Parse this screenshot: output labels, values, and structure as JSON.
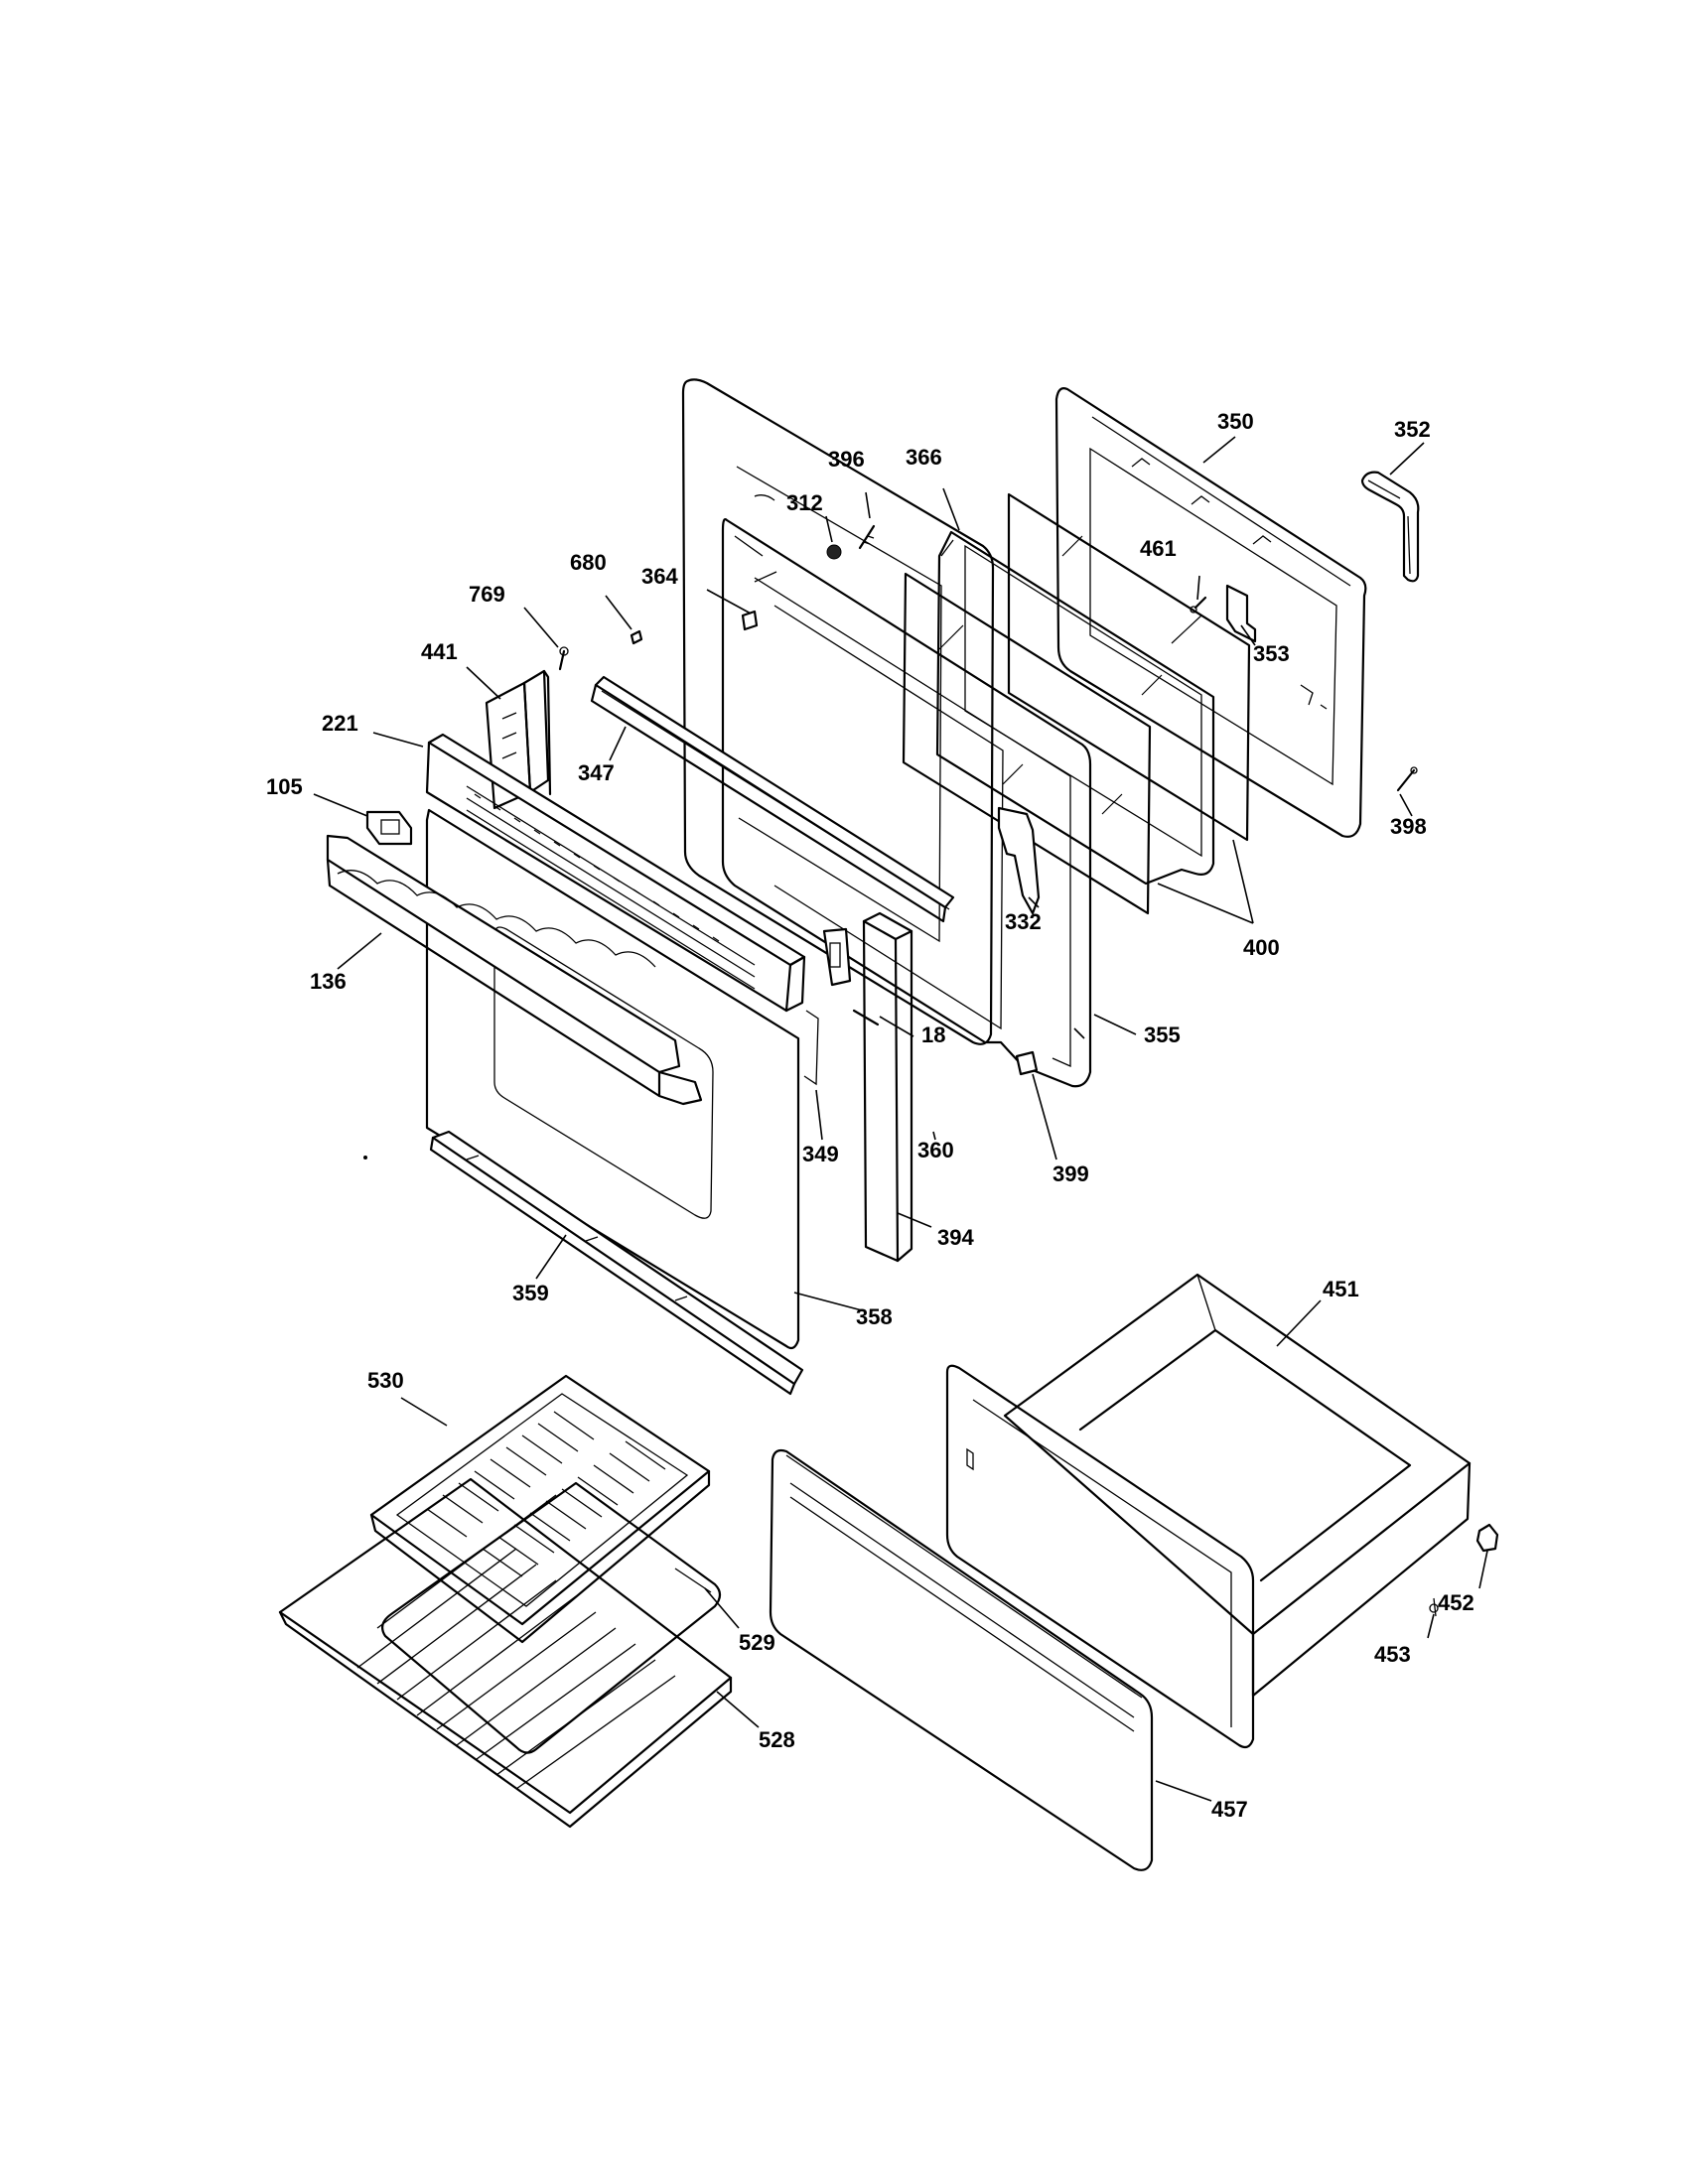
{
  "labels": {
    "p350": "350",
    "p352": "352",
    "p396": "396",
    "p312": "312",
    "p366": "366",
    "p364": "364",
    "p680": "680",
    "p461": "461",
    "p353": "353",
    "p769": "769",
    "p441": "441",
    "p221": "221",
    "p347": "347",
    "p105": "105",
    "p398": "398",
    "p400": "400",
    "p332": "332",
    "p136": "136",
    "p18": "18",
    "p355": "355",
    "p349": "349",
    "p360": "360",
    "p399": "399",
    "p394": "394",
    "p451": "451",
    "p359": "359",
    "p358": "358",
    "p530": "530",
    "p452": "452",
    "p529": "529",
    "p453": "453",
    "p528": "528",
    "p457": "457"
  }
}
